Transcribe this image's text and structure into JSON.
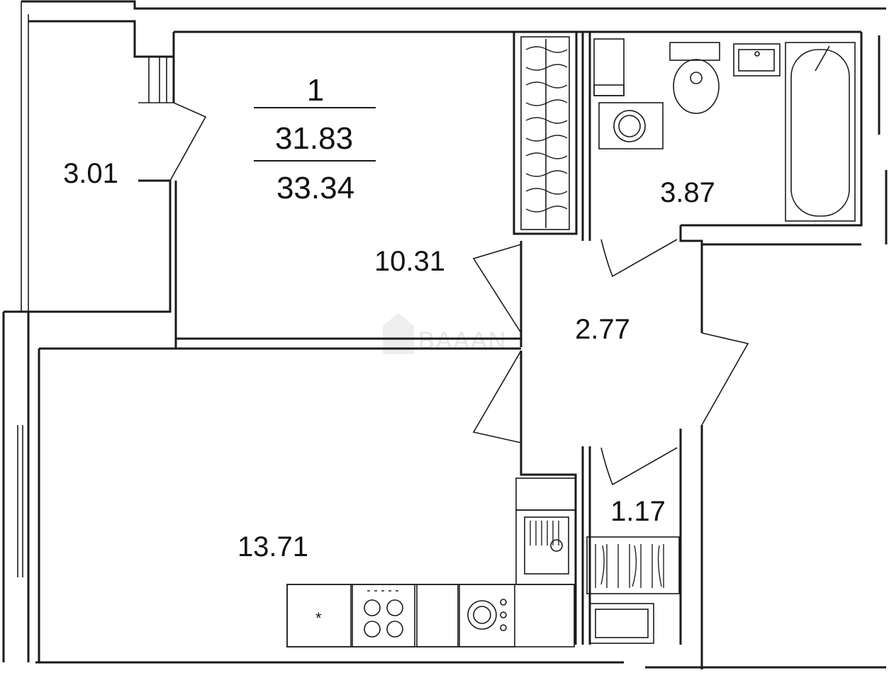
{
  "apartment": {
    "rooms_count": "1",
    "living_area": "31.83",
    "total_area": "33.34"
  },
  "rooms": [
    {
      "id": "balcony",
      "area": "3.01"
    },
    {
      "id": "bedroom",
      "area": "10.31"
    },
    {
      "id": "bathroom",
      "area": "3.87"
    },
    {
      "id": "hallway",
      "area": "2.77"
    },
    {
      "id": "storage",
      "area": "1.17"
    },
    {
      "id": "kitchen",
      "area": "13.71"
    }
  ],
  "watermark": "BAAAN",
  "colors": {
    "line": "#1a1a1a",
    "background": "#ffffff"
  }
}
